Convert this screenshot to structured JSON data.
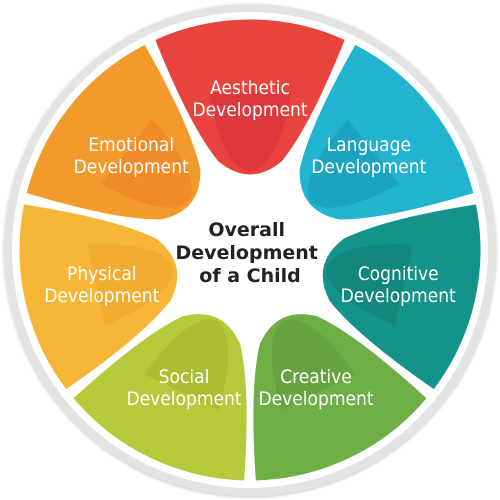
{
  "center": {
    "lines": [
      "Overall",
      "Development",
      "of a Child"
    ]
  },
  "segments": [
    {
      "lines": [
        "Aesthetic",
        "Development"
      ],
      "color": "#E8433F",
      "inner": "#D5303A"
    },
    {
      "lines": [
        "Language",
        "Development"
      ],
      "color": "#22B3D0",
      "inner": "#1896B3"
    },
    {
      "lines": [
        "Cognitive",
        "Development"
      ],
      "color": "#14938A",
      "inner": "#0F7E74"
    },
    {
      "lines": [
        "Creative",
        "Development"
      ],
      "color": "#6FAE45",
      "inner": "#5F9A38"
    },
    {
      "lines": [
        "Social",
        "Development"
      ],
      "color": "#B6C93A",
      "inner": "#A2B32C"
    },
    {
      "lines": [
        "Physical",
        "Development"
      ],
      "color": "#F5B537",
      "inner": "#F0A02C"
    },
    {
      "lines": [
        "Emotional",
        "Development"
      ],
      "color": "#F39A2D",
      "inner": "#EE7F25"
    }
  ],
  "colors": {
    "ring": "#E3E3E3",
    "center_fill": "#FFFFFF",
    "text": "#FFFFFF"
  }
}
